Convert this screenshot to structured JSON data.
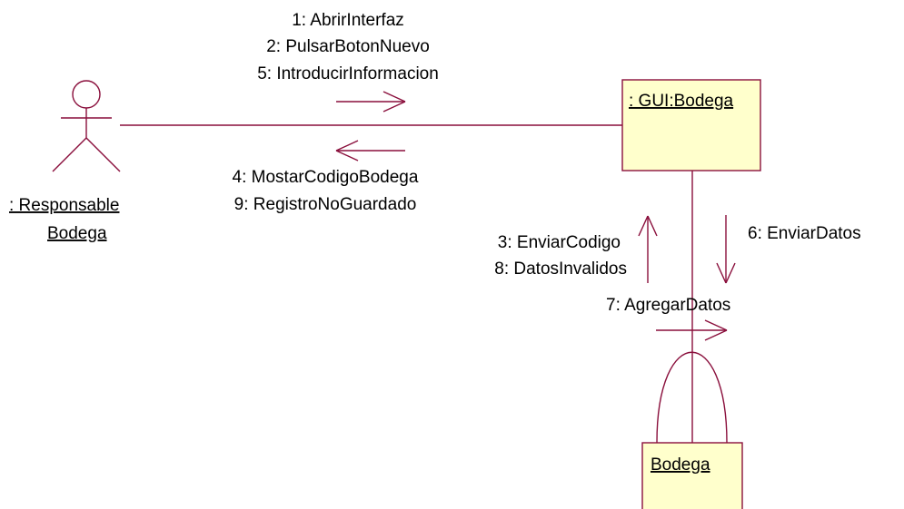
{
  "actor": {
    "name_line1": ": Responsable",
    "name_line2": "Bodega"
  },
  "objects": {
    "gui": ": GUI:Bodega",
    "bodega": "Bodega"
  },
  "messages": {
    "to_gui": [
      "1: AbrirInterfaz",
      "2: PulsarBotonNuevo",
      "5: IntroducirInformacion"
    ],
    "to_actor": [
      "4: MostarCodigoBodega",
      "9: RegistroNoGuardado"
    ],
    "up_to_gui": [
      "3: EnviarCodigo",
      "8: DatosInvalidos"
    ],
    "down_to_bodega": "6: EnviarDatos",
    "self_bodega": "7: AgregarDatos"
  },
  "colors": {
    "line": "#8a0f3c",
    "object_fill": "#ffffcc"
  }
}
